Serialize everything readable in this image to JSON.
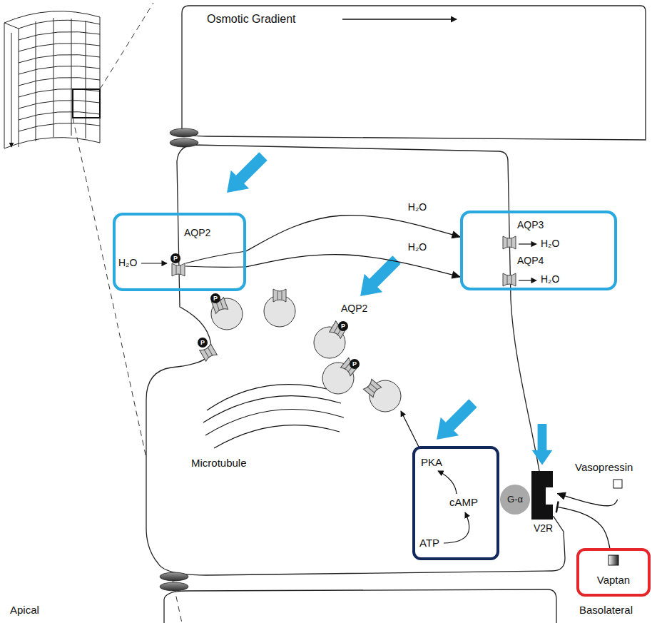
{
  "diagram": {
    "nodes": [
      {
        "text": [
          "H₂O",
          "AQP2"
        ]
      },
      {
        "text": [
          "AQP3",
          "H₂O",
          "AQP4",
          "H₂O"
        ]
      },
      {
        "text": [
          "Vasopressin"
        ]
      },
      {
        "text": [
          "PKA",
          "cAMP",
          "ATP"
        ]
      },
      {
        "text": [
          "V2R"
        ]
      },
      {
        "text": [
          "G-α"
        ]
      },
      {
        "text": [
          "Vaptan"
        ]
      }
    ],
    "edges": [
      {
        "from": 0,
        "to": 1,
        "label": "H₂O",
        "arrow": "to"
      },
      {
        "from": 0,
        "to": 1,
        "label": "H₂O",
        "arrow": "to"
      },
      {
        "from": 2,
        "to": 4,
        "arrow": "to"
      },
      {
        "from": 6,
        "to": 4,
        "arrow": "to"
      }
    ],
    "labels": [
      "Osmotic Gradient",
      "P",
      "P",
      "P",
      "P",
      "P",
      "AQP2",
      "Microtubule",
      "Apical",
      "Basolateral"
    ]
  }
}
